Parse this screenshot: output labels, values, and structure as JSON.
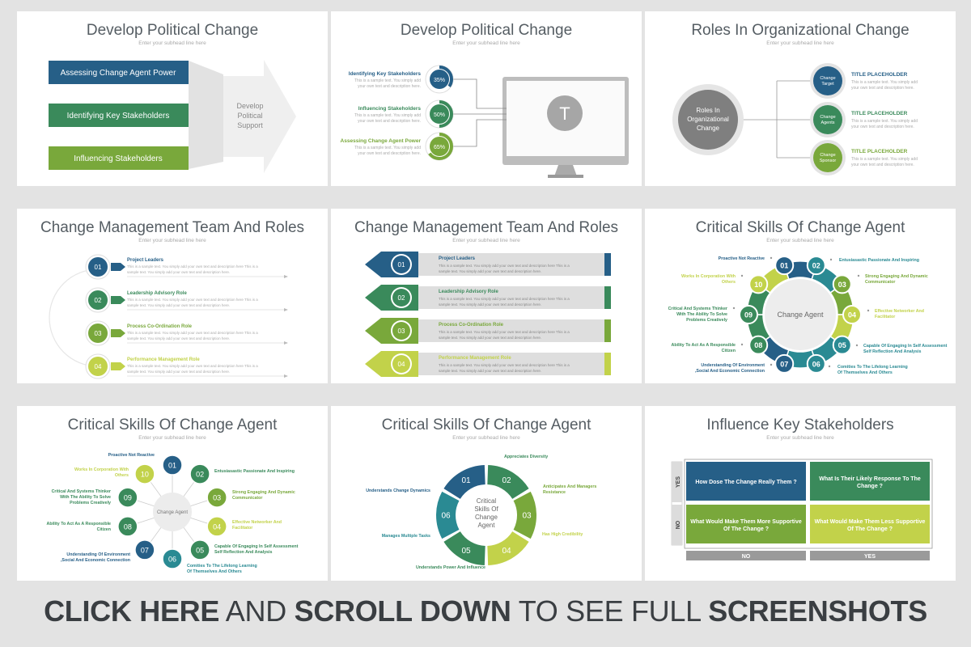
{
  "subheading": "Enter your subhead line here",
  "sample_text": "This is a sample text. You simply add your own text and description here This is a sample text. You simply add your own text and description here.",
  "sample_text_short": "This is a sample text. You simply add your own text and description here.",
  "colors": {
    "blue": "#265f87",
    "teal": "#2a8a93",
    "green": "#3a8a5b",
    "olive": "#79a83b",
    "lime": "#c2d24a",
    "gray": "#8d8d8d"
  },
  "slides": [
    {
      "title": "Develop Political Change",
      "bars": [
        "Assessing Change Agent Power",
        "Identifying Key Stakeholders",
        "Influencing Stakeholders"
      ],
      "arrow_text": [
        "Develop",
        "Political",
        "Support"
      ]
    },
    {
      "title": "Develop Political Change",
      "items": [
        {
          "label": "Identifying Key Stakeholders",
          "value": "35%",
          "fraction": 0.35
        },
        {
          "label": "Influencing Stakeholders",
          "value": "50%",
          "fraction": 0.5
        },
        {
          "label": "Assessing Change Agent Power",
          "value": "65%",
          "fraction": 0.65
        }
      ],
      "monitor_letter": "T"
    },
    {
      "title": "Roles In Organizational Change",
      "center": [
        "Roles In",
        "Organizational",
        "Change"
      ],
      "nodes": [
        {
          "label": [
            "Change",
            "Target"
          ],
          "title": "TITLE PLACEHOLDER"
        },
        {
          "label": [
            "Change",
            "Agents"
          ],
          "title": "TITLE PLACEHOLDER"
        },
        {
          "label": [
            "Change",
            "Sponsor"
          ],
          "title": "TITLE PLACEHOLDER"
        }
      ]
    },
    {
      "title": "Change Management Team And Roles",
      "items": [
        {
          "num": "01",
          "label": "Project Leaders"
        },
        {
          "num": "02",
          "label": "Leadership Advisory Role"
        },
        {
          "num": "03",
          "label": "Process Co-Ordination Role"
        },
        {
          "num": "04",
          "label": "Performance Management Role"
        }
      ]
    },
    {
      "title": "Change Management Team And Roles",
      "items": [
        {
          "num": "01",
          "label": "Project Leaders"
        },
        {
          "num": "02",
          "label": "Leadership Advisory Role"
        },
        {
          "num": "03",
          "label": "Process Co-Ordination Role"
        },
        {
          "num": "04",
          "label": "Performance Management Role"
        }
      ]
    },
    {
      "title": "Critical Skills Of Change Agent",
      "center": "Change Agent",
      "nums": [
        "01",
        "02",
        "03",
        "04",
        "05",
        "06",
        "07",
        "08",
        "09",
        "10"
      ],
      "labels": [
        [
          "Proactive Not Reactive"
        ],
        [
          "Entusiasastic Passionate And Inspiring"
        ],
        [
          "Strong Engaging And Dynamic",
          "Communicator"
        ],
        [
          "Effective Networker And",
          "Facilitator"
        ],
        [
          "Capable Of Engaging In Self Assessment",
          "Self Reflection And Analysis"
        ],
        [
          "Comities To The Lifelong Learning",
          "Of Themselves And Others"
        ],
        [
          "Understanding Of Environment",
          ",Social And Economic Connection"
        ],
        [
          "Ability To Act As A Responsible",
          "Citizen"
        ],
        [
          "Critical And Systems Thinker",
          "With The Ability To Solve",
          "Problems Creatively"
        ],
        [
          "Works In Corporation With",
          "Others"
        ]
      ]
    },
    {
      "title": "Critical Skills Of Change Agent",
      "center": "Change Agent",
      "nums": [
        "01",
        "02",
        "03",
        "04",
        "05",
        "06",
        "07",
        "08",
        "09",
        "10"
      ],
      "labels": [
        [
          "Proactive Not Reactive"
        ],
        [
          "Entusiasastic Passionate And Inspiring"
        ],
        [
          "Strong Engaging And Dynamic",
          "Communicator"
        ],
        [
          "Effective Networker And",
          "Facilitator"
        ],
        [
          "Capable Of Engaging In Self Assessment",
          "Self Reflection And Analysis"
        ],
        [
          "Comities To The Lifelong Learning",
          "Of Themselves And Others"
        ],
        [
          "Understanding Of Environment",
          ",Social And Economic Connection"
        ],
        [
          "Ability To Act As A Responsible",
          "Citizen"
        ],
        [
          "Critical And Systems Thinker",
          "With The Ability To Solve",
          "Problems Creatively"
        ],
        [
          "Works In Corporation With",
          "Others"
        ]
      ]
    },
    {
      "title": "Critical Skills Of Change Agent",
      "center": [
        "Critical",
        "Skills Of",
        "Change",
        "Agent"
      ],
      "nums": [
        "01",
        "02",
        "03",
        "04",
        "05",
        "06"
      ],
      "labels": [
        [
          "Understands Change Dynamics"
        ],
        [
          "Appreciates Diversity"
        ],
        [
          "Anticipates And Managers",
          "Resistance"
        ],
        [
          "Has High Credibility"
        ],
        [
          "Understands Power And Influence"
        ],
        [
          "Manages Multiple Tasks"
        ]
      ]
    },
    {
      "title": "Influence Key Stakeholders",
      "cells": [
        [
          "How Dose The Change Really Them ?"
        ],
        [
          "What Is Their Likely Response To The",
          "Change ?"
        ],
        [
          "What Would Make Them More Supportive",
          "Of The Change ?"
        ],
        [
          "What Would Make Them Less Supportive",
          "Of The Change ?"
        ]
      ],
      "row_labels": [
        "YES",
        "NO"
      ],
      "col_labels": [
        "NO",
        "YES"
      ]
    }
  ],
  "cta": {
    "part1": "CLICK HERE",
    "part2": "AND",
    "part3": "SCROLL DOWN",
    "part4": "TO SEE FULL",
    "part5": "SCREENSHOTS"
  }
}
